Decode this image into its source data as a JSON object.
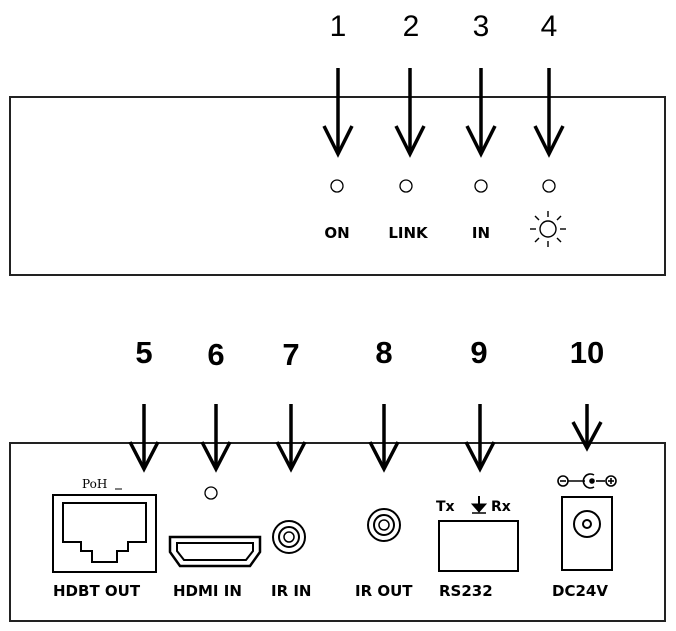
{
  "front_panel": {
    "callouts": [
      "1",
      "2",
      "3",
      "4"
    ],
    "labels": [
      "ON",
      "LINK",
      "IN"
    ],
    "button_icon": "brightness-sun-icon"
  },
  "rear_panel": {
    "callouts": [
      "5",
      "6",
      "7",
      "8",
      "9",
      "10"
    ],
    "poh_label": "PoH",
    "rs232_pins": {
      "tx": "Tx",
      "rx": "Rx",
      "ground_icon": "ground-icon"
    },
    "dc_polarity_icon": "dc-polarity-icon",
    "labels": [
      "HDBT OUT",
      "HDMI IN",
      "IR IN",
      "IR OUT",
      "RS232",
      "DC24V"
    ]
  },
  "colors": {
    "ink": "#000000",
    "background": "#ffffff"
  }
}
